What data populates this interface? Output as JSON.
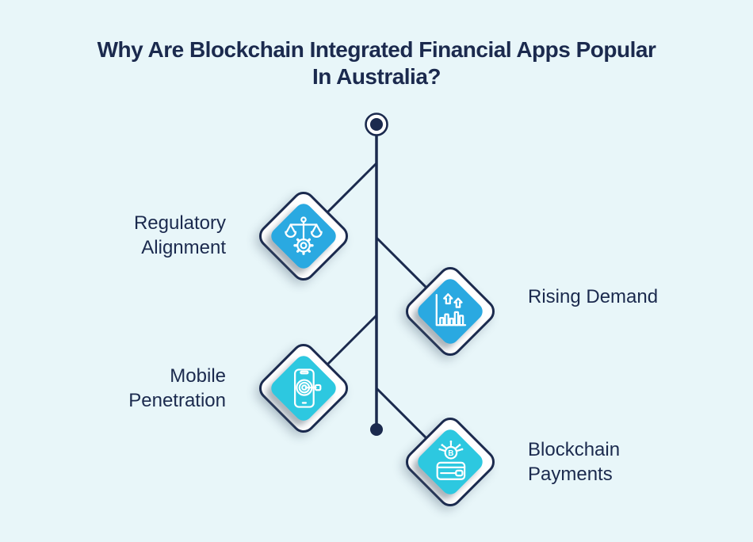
{
  "title": "Why Are Blockchain Integrated Financial Apps Popular In Australia?",
  "colors": {
    "navy": "#1b2a4e",
    "bg": "#e8f6f9",
    "blue": "#2aa9e1",
    "cyan": "#2dc8e0",
    "white": "#ffffff"
  },
  "nodes": [
    {
      "label": "Regulatory Alignment",
      "icon": "scales-gear-icon",
      "color": "#2aa9e1",
      "side": "left"
    },
    {
      "label": "Rising Demand",
      "icon": "bar-chart-growth-icon",
      "color": "#2aa9e1",
      "side": "right"
    },
    {
      "label": "Mobile Penetration",
      "icon": "phone-target-icon",
      "color": "#2dc8e0",
      "side": "left"
    },
    {
      "label": "Blockchain Payments",
      "icon": "wallet-bitcoin-icon",
      "color": "#2dc8e0",
      "side": "right",
      "coin_symbol": "B"
    }
  ],
  "connector": {
    "start_marker": "ring-dot",
    "end_marker": "solid-dot"
  }
}
